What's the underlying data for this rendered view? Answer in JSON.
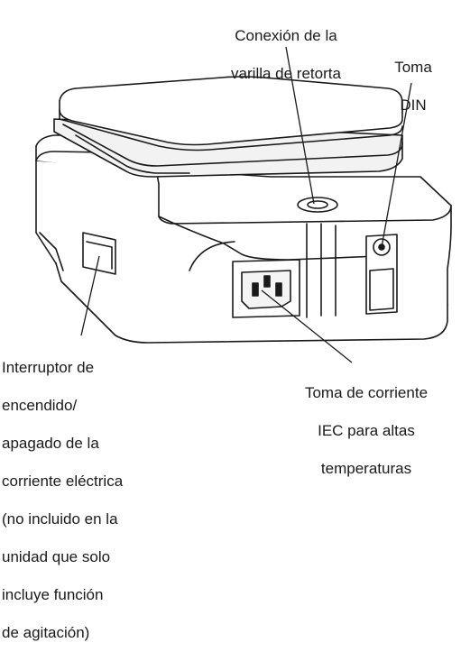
{
  "labels": {
    "support_rod": [
      "Conexión de la",
      "varilla de retorta"
    ],
    "din_socket": [
      "Toma",
      "DIN"
    ],
    "iec_inlet": [
      "Toma de corriente",
      "IEC para altas",
      "temperaturas"
    ],
    "power_switch": [
      "Interruptor de",
      "encendido/",
      "apagado de la",
      "corriente eléctrica",
      "(no incluido en la",
      "unidad que solo",
      "incluye función",
      "de agitación)"
    ]
  },
  "colors": {
    "stroke": "#1a1a1a",
    "body": "#ffffff",
    "shadow": "#e6e6e6"
  }
}
